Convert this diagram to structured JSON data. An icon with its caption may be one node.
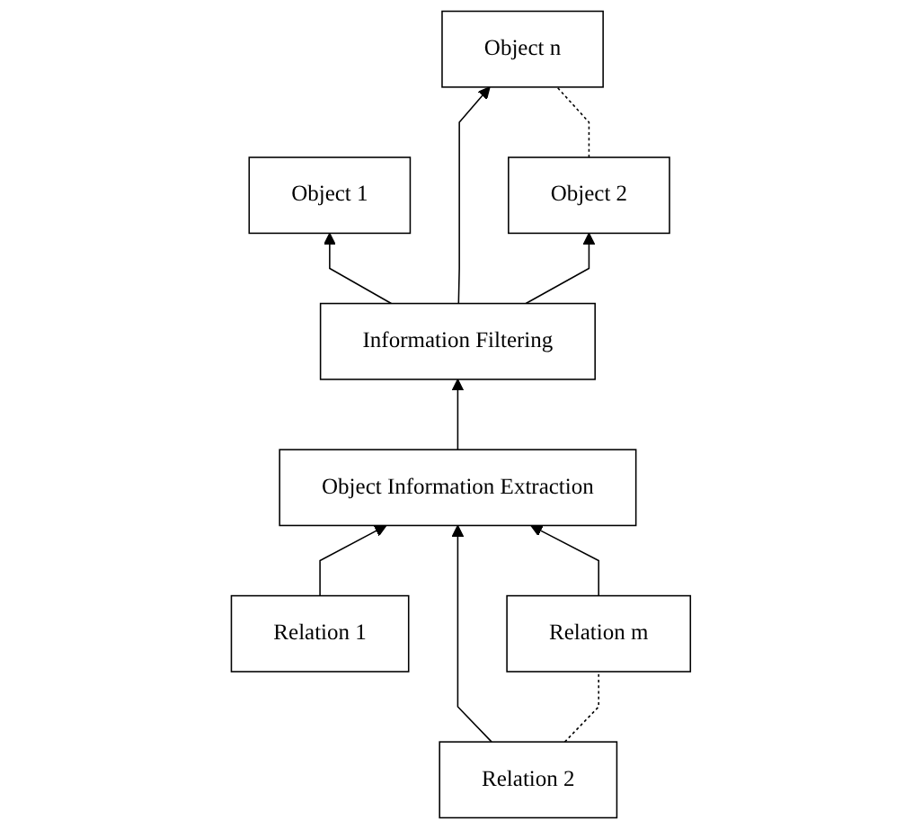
{
  "diagram": {
    "nodes": [
      {
        "text": [
          "Object 1"
        ]
      },
      {
        "text": [
          "Object 2"
        ]
      },
      {
        "text": [
          "Object n"
        ]
      },
      {
        "text": [
          "Information Filtering"
        ]
      },
      {
        "text": [
          "Object Information Extraction"
        ]
      },
      {
        "text": [
          "Relation 1"
        ]
      },
      {
        "text": [
          "Relation 2"
        ]
      },
      {
        "text": [
          "Relation m"
        ]
      }
    ],
    "edges": [
      {
        "from": 3,
        "to": 0,
        "arrow": "to"
      },
      {
        "from": 3,
        "to": 1,
        "arrow": "to"
      },
      {
        "from": 3,
        "to": 2,
        "arrow": "to"
      },
      {
        "from": 1,
        "to": 2,
        "arrow": "none",
        "style": "dashed"
      },
      {
        "from": 4,
        "to": 3,
        "arrow": "to"
      },
      {
        "from": 5,
        "to": 4,
        "arrow": "to"
      },
      {
        "from": 6,
        "to": 4,
        "arrow": "to"
      },
      {
        "from": 7,
        "to": 4,
        "arrow": "to"
      },
      {
        "from": 6,
        "to": 7,
        "arrow": "none",
        "style": "dashed"
      }
    ]
  }
}
